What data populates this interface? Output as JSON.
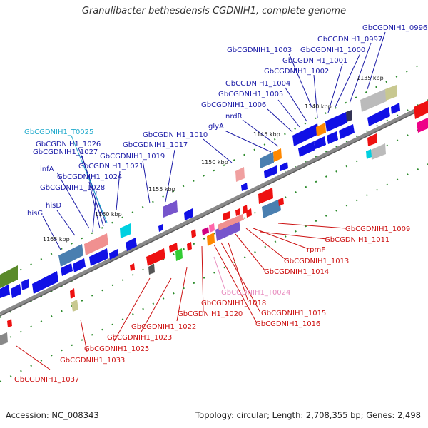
{
  "title": "Granulibacter bethesdensis CGDNIH1, complete genome",
  "footer": {
    "accession": "Accession: NC_008343",
    "summary": "Topology: circular; Length: 2,708,355 bp; Genes: 2,498"
  },
  "ticks": [
    "1135 kbp",
    "1140 kbp",
    "1145 kbp",
    "1150 kbp",
    "1155 kbp",
    "1160 kbp",
    "1165 kbp"
  ],
  "forward_labels": [
    "GbCGDNIH1_0996",
    "GbCGDNIH1_0997",
    "GbCGDNIH1_1003",
    "GbCGDNIH1_1000",
    "GbCGDNIH1_1001",
    "GbCGDNIH1_1002",
    "GbCGDNIH1_1004",
    "GbCGDNIH1_1005",
    "GbCGDNIH1_1006",
    "nrdR",
    "glyA",
    "GbCGDNIH1_T0025",
    "GbCGDNIH1_1010",
    "GbCGDNIH1_1026",
    "GbCGDNIH1_1017",
    "GbCGDNIH1_1027",
    "GbCGDNIH1_1019",
    "GbCGDNIH1_1021",
    "infA",
    "GbCGDNIH1_1024",
    "GbCGDNIH1_1028",
    "hisD",
    "hisG"
  ],
  "reverse_labels": [
    "GbCGDNIH1_1009",
    "GbCGDNIH1_1011",
    "rpmF",
    "GbCGDNIH1_1013",
    "GbCGDNIH1_1014",
    "GbCGDNIH1_T0024",
    "GbCGDNIH1_1018",
    "GbCGDNIH1_1015",
    "GbCGDNIH1_1020",
    "GbCGDNIH1_1016",
    "GbCGDNIH1_1022",
    "GbCGDNIH1_1023",
    "GbCGDNIH1_1025",
    "GbCGDNIH1_1033",
    "GbCGDNIH1_1037"
  ],
  "colors": {
    "forward_label": "#1a1aa6",
    "reverse_label": "#cc1111",
    "trna_forward": "#22aacc",
    "trna_reverse": "#e88fc0",
    "backbone": "#888888",
    "tick_dot": "#2a8a2a"
  }
}
